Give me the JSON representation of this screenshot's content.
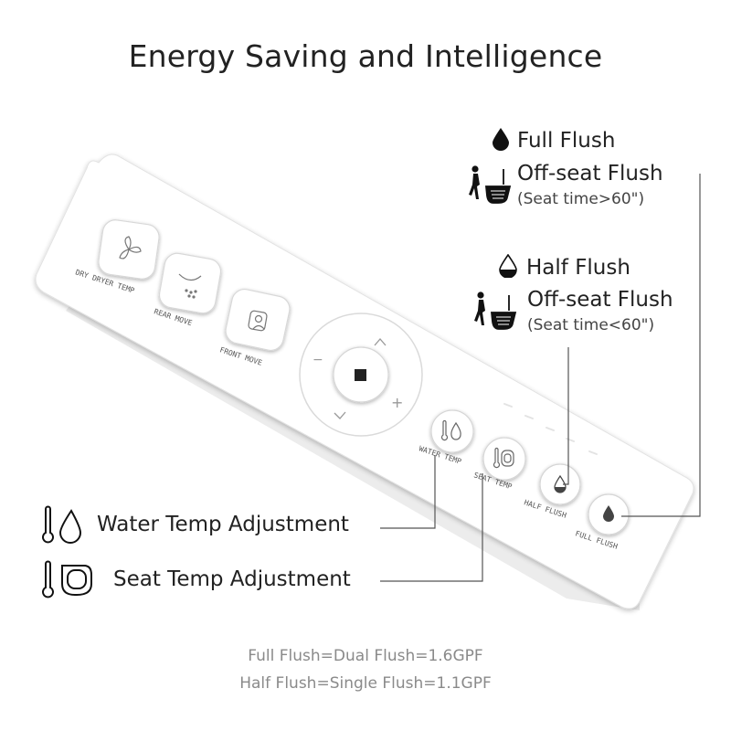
{
  "title": "Energy Saving and Intelligence",
  "full_flush": {
    "label": "Full Flush",
    "offseat_label": "Off-seat Flush",
    "offseat_note": "(Seat time>60\")"
  },
  "half_flush": {
    "label": "Half Flush",
    "offseat_label": "Off-seat Flush",
    "offseat_note": "(Seat time<60\")"
  },
  "water_temp": {
    "label": "Water Temp Adjustment"
  },
  "seat_temp": {
    "label": "Seat Temp Adjustment"
  },
  "panel": {
    "buttons": {
      "dryer": "DRY DRYER TEMP",
      "rear": "REAR MOVE",
      "front": "FRONT MOVE",
      "water_temp": "WATER TEMP",
      "seat_temp": "SEAT TEMP",
      "half_flush": "HALF FLUSH",
      "full_flush": "FULL FLUSH"
    },
    "dpad": {
      "plus": "+",
      "minus": "−"
    }
  },
  "footer": {
    "line1": "Full Flush=Dual Flush=1.6GPF",
    "line2": "Half Flush=Single Flush=1.1GPF"
  },
  "colors": {
    "text": "#222222",
    "footer": "#8a8a8a",
    "line": "#555555",
    "panel": "#ffffff"
  },
  "icons": [
    "drop-filled-icon",
    "drop-half-icon",
    "walker-toilet-icon",
    "thermometer-drop-icon",
    "thermometer-seat-icon",
    "fan-icon",
    "rear-spray-icon",
    "front-spray-icon",
    "dpad-stop-icon"
  ]
}
